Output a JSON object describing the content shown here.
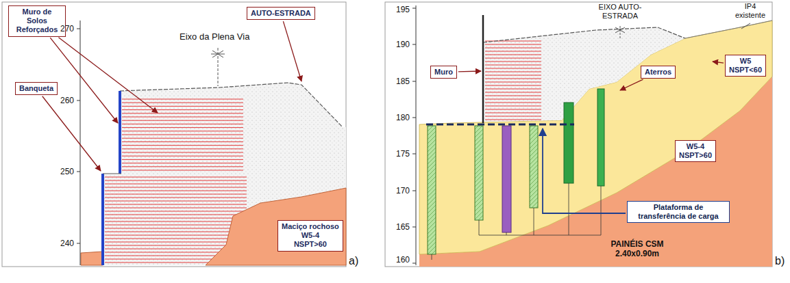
{
  "diagram": {
    "nodes": [
      {
        "text": [
          "Muro de Solos Reforçados"
        ]
      },
      {
        "text": [
          "Banqueta"
        ]
      },
      {
        "text": [
          "AUTO-ESTRADA"
        ]
      },
      {
        "text": [
          "Maciço rochoso",
          "W5-4",
          "NSPT>60"
        ]
      },
      {
        "text": [
          "Muro"
        ]
      },
      {
        "text": [
          "Aterros"
        ]
      },
      {
        "text": [
          "W5",
          "NSPT<60"
        ]
      },
      {
        "text": [
          "W5-4",
          "NSPT>60"
        ]
      },
      {
        "text": [
          "Plataforma de transferência de carga"
        ]
      }
    ],
    "labels": [
      "270",
      "260",
      "250",
      "240",
      "Eixo da Plena Via",
      "a)",
      "195",
      "190",
      "185",
      "180",
      "175",
      "170",
      "165",
      "160",
      "EIXO AUTO-ESTRADA",
      "IP4 existente",
      "PAINÉIS CSM 2.40x0.90m",
      "b)"
    ]
  }
}
